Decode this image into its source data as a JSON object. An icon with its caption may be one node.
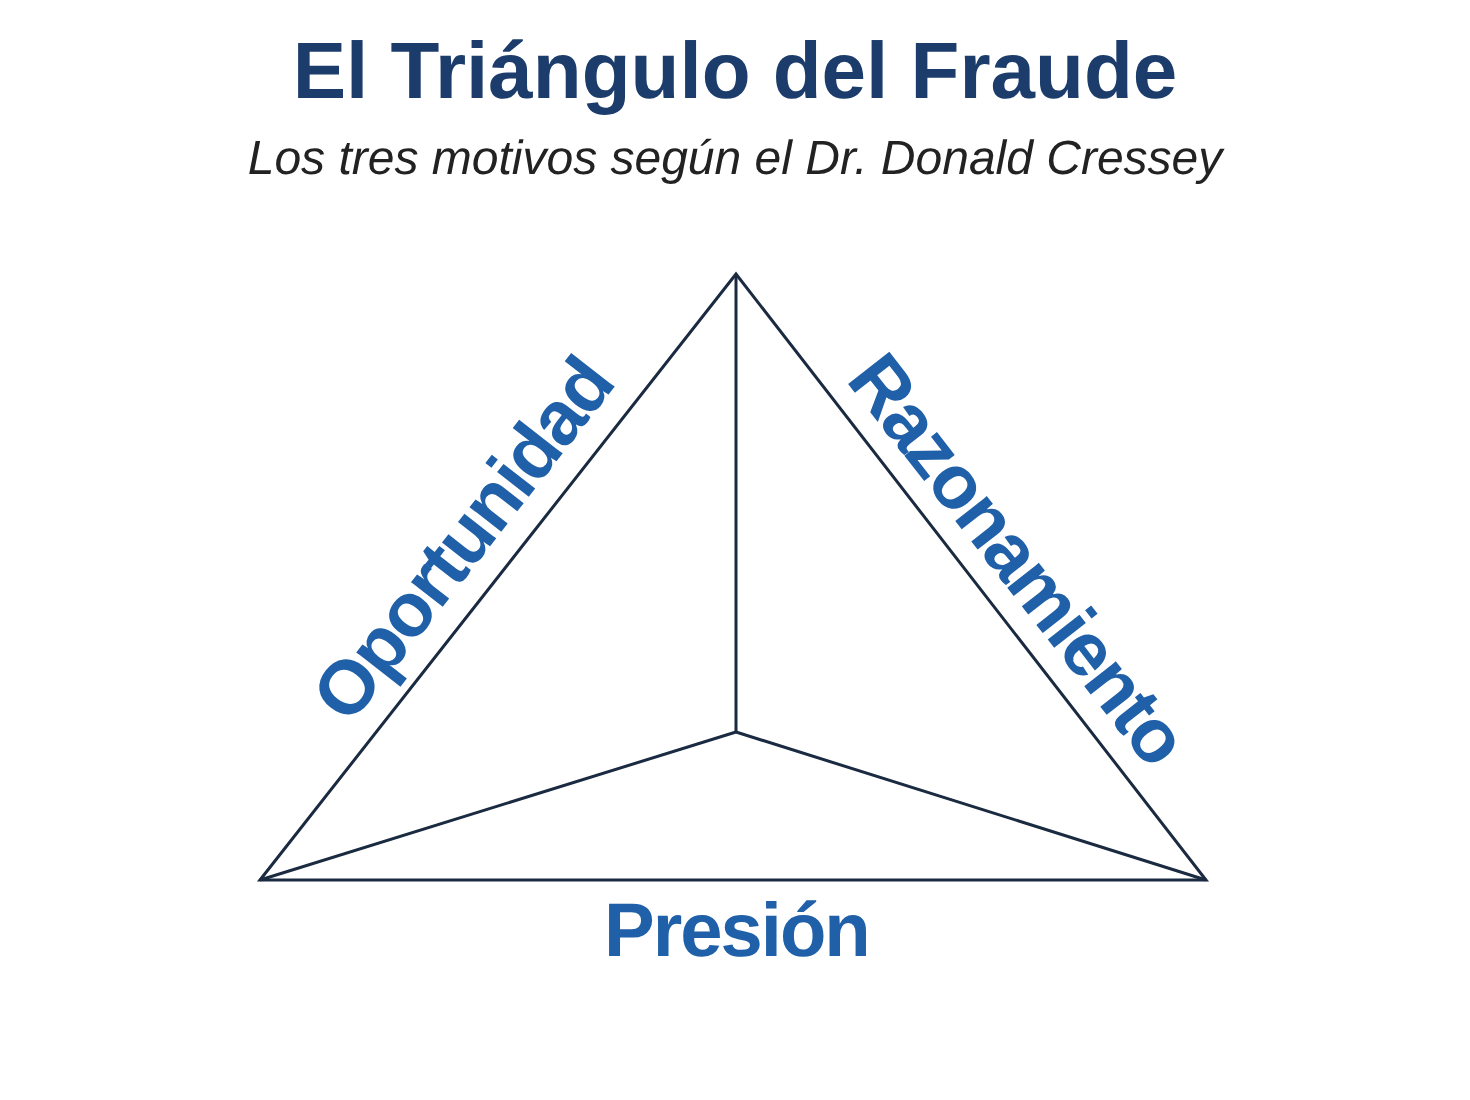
{
  "diagram": {
    "title": "El Triángulo del Fraude",
    "labels": [
      "Los tres motivos según el Dr. Donald Cressey",
      "Oportunidad",
      "Razonamiento",
      "Presión"
    ]
  }
}
